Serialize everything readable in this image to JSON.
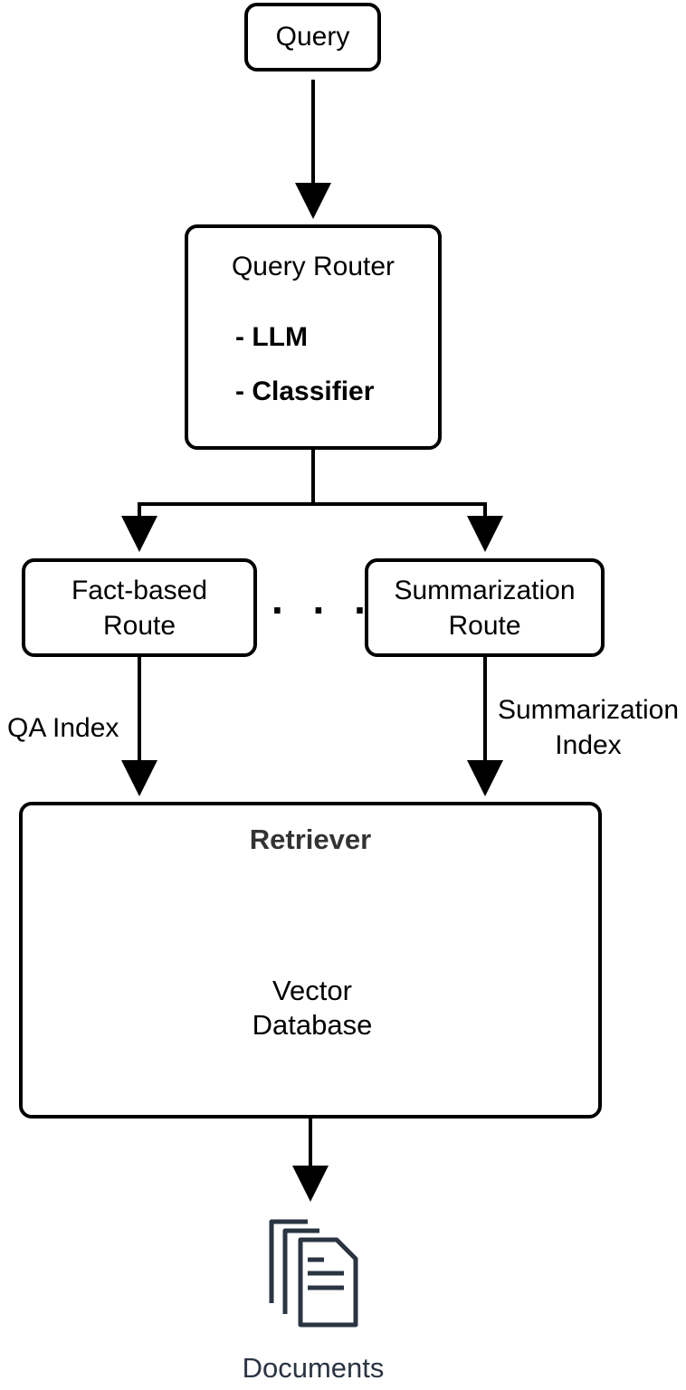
{
  "nodes": {
    "query": "Query",
    "router": {
      "title": "Query Router",
      "items": [
        "- LLM",
        "- Classifier"
      ]
    },
    "fact_route": [
      "Fact-based",
      "Route"
    ],
    "summ_route": [
      "Summarization",
      "Route"
    ],
    "ellipsis": ". . .",
    "retriever": "Retriever",
    "vector_db": [
      "Vector",
      "Database"
    ],
    "documents": "Documents"
  },
  "edges": {
    "qa_index": "QA Index",
    "summ_index": [
      "Summarization",
      "Index"
    ]
  },
  "icons": {
    "documents": "documents-icon",
    "database": "database-cylinder-icon"
  },
  "colors": {
    "stroke": "#000000",
    "retriever_title": "#333333",
    "documents": "#2a3442"
  }
}
